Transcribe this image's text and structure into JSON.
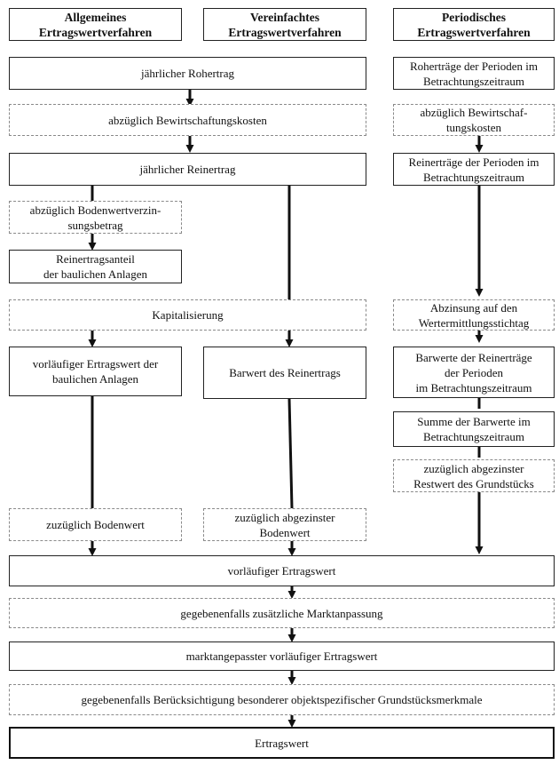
{
  "headers": {
    "allgemein": "Allgemeines\nErtragswertverfahren",
    "vereinfacht": "Vereinfachtes\nErtragswertverfahren",
    "periodisch": "Periodisches\nErtragswertverfahren"
  },
  "left": {
    "rohertrag": "jährlicher Rohertrag",
    "bewirtschaftung": "abzüglich Bewirtschaftungskosten",
    "reinertrag": "jährlicher Reinertrag",
    "bodenwertverzinsung": "abzüglich Bodenwertverzin-\nsungsbetrag",
    "reinertragsanteil": "Reinertragsanteil\nder baulichen Anlagen",
    "kapitalisierung": "Kapitalisierung",
    "vorlaeufig_bauliche": "vorläufiger Ertragswert der\nbaulichen Anlagen",
    "bodenwert": "zuzüglich Bodenwert"
  },
  "middle": {
    "barwert": "Barwert des Reinertrags",
    "abgezinster_bodenwert": "zuzüglich abgezinster\nBodenwert"
  },
  "right": {
    "rohertraege": "Roherträge der Perioden im\nBetrachtungszeitraum",
    "bewirtschaftung": "abzüglich Bewirtschaf-\ntungskosten",
    "reinertraege": "Reinerträge der Perioden im\nBetrachtungszeitraum",
    "abzinsung": "Abzinsung auf den\nWertermittlungsstichtag",
    "barwerte": "Barwerte der Reinerträge\nder Perioden\nim Betrachtungszeitraum",
    "summe": "Summe der Barwerte im\nBetrachtungszeitraum",
    "restwert": "zuzüglich abgezinster\nRestwert des Grundstücks"
  },
  "bottom": {
    "vorlaeufiger_ertragswert": "vorläufiger Ertragswert",
    "marktanpassung": "gegebenenfalls zusätzliche Marktanpassung",
    "marktangepasst": "marktangepasster vorläufiger Ertragswert",
    "besondere_merkmale": "gegebenenfalls Berücksichtigung besonderer objektspezifischer Grundstücksmerkmale",
    "ertragswert": "Ertragswert"
  }
}
